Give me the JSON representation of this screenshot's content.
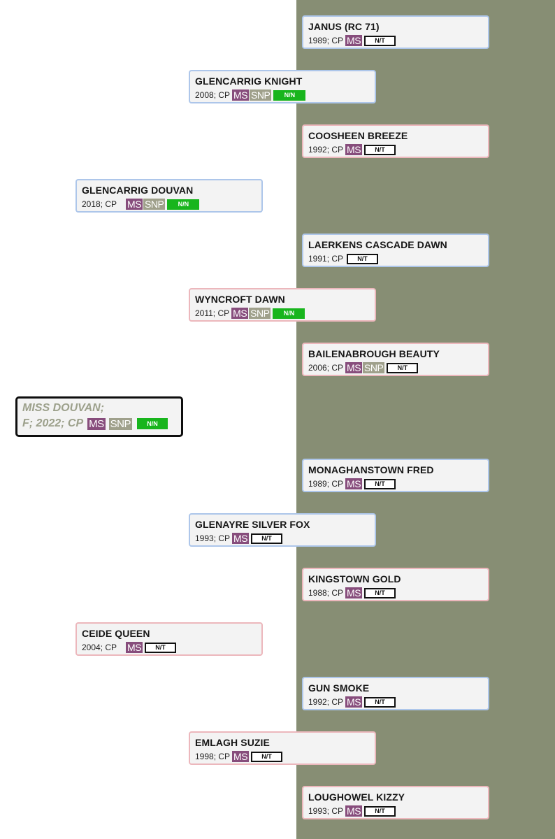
{
  "subject": {
    "name": "MISS DOUVAN;",
    "details": "F; 2022; CP",
    "badges": {
      "ms": "MS",
      "snp": "SNP"
    },
    "test": "N/N"
  },
  "cards": [
    {
      "name": "JANUS (RC 71)",
      "year": "1989; CP",
      "ms": "MS",
      "test": "N/T"
    },
    {
      "name": "GLENCARRIG KNIGHT",
      "year": "2008; CP",
      "ms": "MS",
      "snp": "SNP",
      "test": "N/N"
    },
    {
      "name": "COOSHEEN BREEZE",
      "year": "1992; CP",
      "ms": "MS",
      "test": "N/T"
    },
    {
      "name": "GLENCARRIG DOUVAN",
      "year": "2018; CP",
      "ms": "MS",
      "snp": "SNP",
      "test": "N/N"
    },
    {
      "name": "LAERKENS CASCADE DAWN",
      "year": "1991; CP",
      "test": "N/T"
    },
    {
      "name": "WYNCROFT DAWN",
      "year": "2011; CP",
      "ms": "MS",
      "snp": "SNP",
      "test": "N/N"
    },
    {
      "name": "BAILENABROUGH BEAUTY",
      "year": "2006; CP",
      "ms": "MS",
      "snp": "SNP",
      "test": "N/T"
    },
    {
      "name": "MONAGHANSTOWN FRED",
      "year": "1989; CP",
      "ms": "MS",
      "test": "N/T"
    },
    {
      "name": "GLENAYRE SILVER FOX",
      "year": "1993; CP",
      "ms": "MS",
      "test": "N/T"
    },
    {
      "name": "KINGSTOWN GOLD",
      "year": "1988; CP",
      "ms": "MS",
      "test": "N/T"
    },
    {
      "name": "CEIDE QUEEN",
      "year": "2004; CP",
      "ms": "MS",
      "test": "N/T"
    },
    {
      "name": "GUN SMOKE",
      "year": "1992; CP",
      "ms": "MS",
      "test": "N/T"
    },
    {
      "name": "EMLAGH SUZIE",
      "year": "1998; CP",
      "ms": "MS",
      "test": "N/T"
    },
    {
      "name": "LOUGHOWEL KIZZY",
      "year": "1993; CP",
      "ms": "MS",
      "test": "N/T"
    }
  ],
  "colors": {
    "sire_border": "#adc6ea",
    "dam_border": "#ecb7bc",
    "ms_badge": "#874d7c",
    "snp_badge": "#9fa08b",
    "nn_tag": "#18b51d",
    "background_panel": "#878e74"
  }
}
